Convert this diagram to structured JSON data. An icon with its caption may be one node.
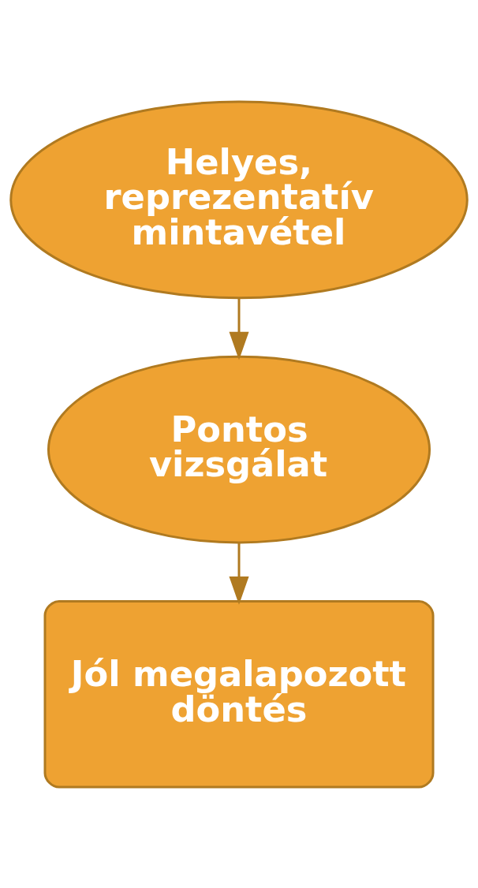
{
  "diagram": {
    "nodes": [
      {
        "text": [
          "Helyes, reprezentatív mintavétel"
        ]
      },
      {
        "text": [
          "Pontos vizsgálat"
        ]
      },
      {
        "text": [
          "Jól megalapozott döntés"
        ]
      }
    ],
    "edges": [
      {
        "from": 0,
        "to": 1,
        "arrow": "to"
      },
      {
        "from": 1,
        "to": 2,
        "arrow": "to"
      }
    ]
  }
}
